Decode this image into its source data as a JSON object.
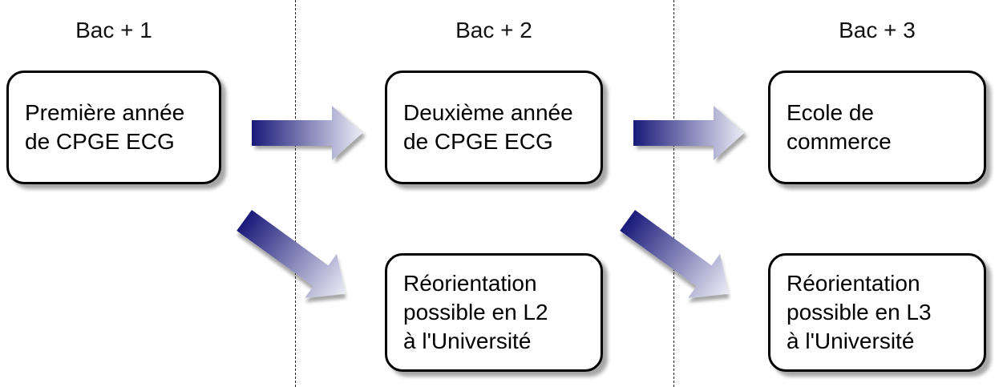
{
  "columns": [
    {
      "label": "Bac + 1"
    },
    {
      "label": "Bac + 2"
    },
    {
      "label": "Bac + 3"
    }
  ],
  "boxes": {
    "first_year": "Première année\nde CPGE ECG",
    "second_year": "Deuxième année\nde CPGE ECG",
    "business_school": "Ecole de\ncommerce",
    "reorient_l2": "Réorientation\npossible en L2\nà l'Université",
    "reorient_l3": "Réorientation\npossible en L3\nà l'Université"
  },
  "colors": {
    "arrow_dark": "#1a1a7a",
    "arrow_light": "#e8e8f4",
    "border": "#000000"
  }
}
